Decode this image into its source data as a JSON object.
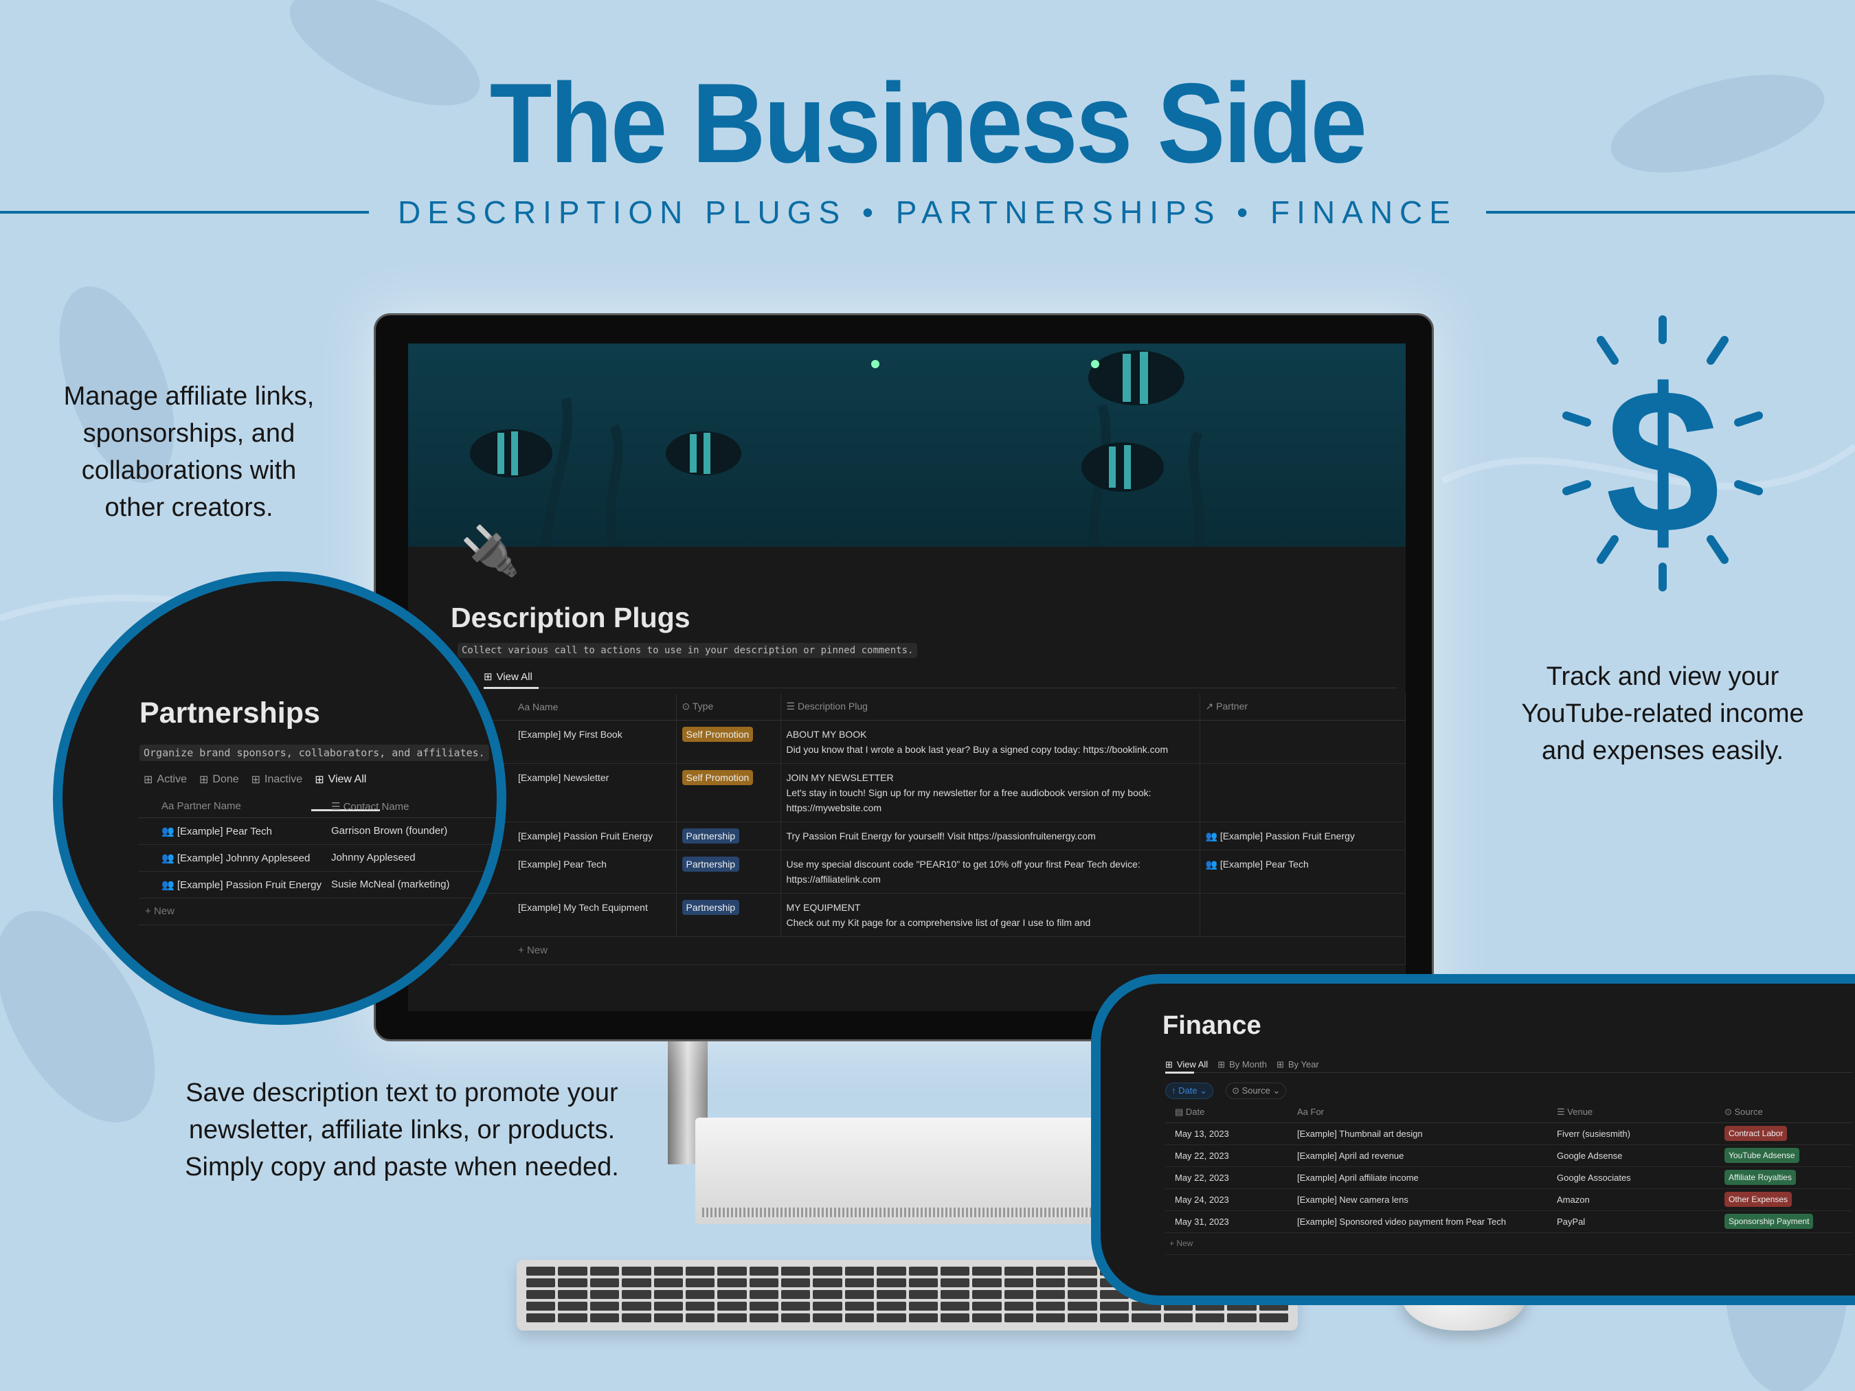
{
  "header": {
    "title": "The Business Side",
    "subtitle": "DESCRIPTION PLUGS • PARTNERSHIPS • FINANCE"
  },
  "blurbs": {
    "left": "Manage affiliate links, sponsorships, and collaborations with other creators.",
    "right": "Track and view your YouTube-related income and expenses easily.",
    "bottom": "Save description text to promote your newsletter, affiliate links, or products. Simply copy and paste when needed."
  },
  "colors": {
    "brand": "#0b6da4",
    "self_promotion": "#9a6a1f",
    "partnership": "#28456e",
    "income": "#2b6a45",
    "expense": "#8a3530"
  },
  "description_plugs": {
    "icon": "plug-icon",
    "title": "Description Plugs",
    "subtitle": "Collect various call to actions to use in your description or pinned comments.",
    "tab": "View All",
    "columns": [
      "Aa Name",
      "Type",
      "Description Plug",
      "Partner"
    ],
    "rows": [
      {
        "name": "[Example] My First Book",
        "type": "Self Promotion",
        "heading": "ABOUT MY BOOK",
        "body": "Did you know that I wrote a book last year? Buy a signed copy today: https://booklink.com",
        "partner": ""
      },
      {
        "name": "[Example] Newsletter",
        "type": "Self Promotion",
        "heading": "JOIN MY NEWSLETTER",
        "body": "Let's stay in touch! Sign up for my newsletter for a free audiobook version of my book: https://mywebsite.com",
        "partner": ""
      },
      {
        "name": "[Example] Passion Fruit Energy",
        "type": "Partnership",
        "heading": "",
        "body": "Try Passion Fruit Energy for yourself! Visit https://passionfruitenergy.com",
        "partner": "[Example] Passion Fruit Energy"
      },
      {
        "name": "[Example] Pear Tech",
        "type": "Partnership",
        "heading": "",
        "body": "Use my special discount code \"PEAR10\" to get 10% off your first Pear Tech device: https://affiliatelink.com",
        "partner": "[Example] Pear Tech"
      },
      {
        "name": "[Example] My Tech Equipment",
        "type": "Partnership",
        "heading": "MY EQUIPMENT",
        "body": "Check out my Kit page for a comprehensive list of gear I use to film and",
        "partner": ""
      }
    ],
    "new_label": "New"
  },
  "partnerships": {
    "title": "Partnerships",
    "subtitle": "Organize brand sponsors, collaborators, and affiliates.",
    "tabs": [
      "Active",
      "Done",
      "Inactive",
      "View All"
    ],
    "active_tab": "View All",
    "columns": [
      "Aa Partner Name",
      "Contact Name"
    ],
    "rows": [
      {
        "name": "[Example] Pear Tech",
        "contact": "Garrison Brown (founder)"
      },
      {
        "name": "[Example] Johnny Appleseed",
        "contact": "Johnny Appleseed"
      },
      {
        "name": "[Example] Passion Fruit Energy",
        "contact": "Susie McNeal (marketing)"
      }
    ],
    "new_label": "New"
  },
  "finance": {
    "title": "Finance",
    "tabs": [
      "View All",
      "By Month",
      "By Year"
    ],
    "active_tab": "View All",
    "filters": [
      "↑ Date",
      "Source"
    ],
    "columns": [
      "Date",
      "Aa For",
      "Venue",
      "Source"
    ],
    "rows": [
      {
        "date": "May 13, 2023",
        "for": "[Example] Thumbnail art design",
        "venue": "Fiverr (susiesmith)",
        "source": "Contract Labor",
        "kind": "expense"
      },
      {
        "date": "May 22, 2023",
        "for": "[Example] April ad revenue",
        "venue": "Google Adsense",
        "source": "YouTube Adsense",
        "kind": "income"
      },
      {
        "date": "May 22, 2023",
        "for": "[Example] April affiliate income",
        "venue": "Google Associates",
        "source": "Affiliate Royalties",
        "kind": "income"
      },
      {
        "date": "May 24, 2023",
        "for": "[Example] New camera lens",
        "venue": "Amazon",
        "source": "Other Expenses",
        "kind": "expense"
      },
      {
        "date": "May 31, 2023",
        "for": "[Example] Sponsored video payment from Pear Tech",
        "venue": "PayPal",
        "source": "Sponsorship Payment",
        "kind": "income"
      }
    ],
    "new_label": "New"
  }
}
